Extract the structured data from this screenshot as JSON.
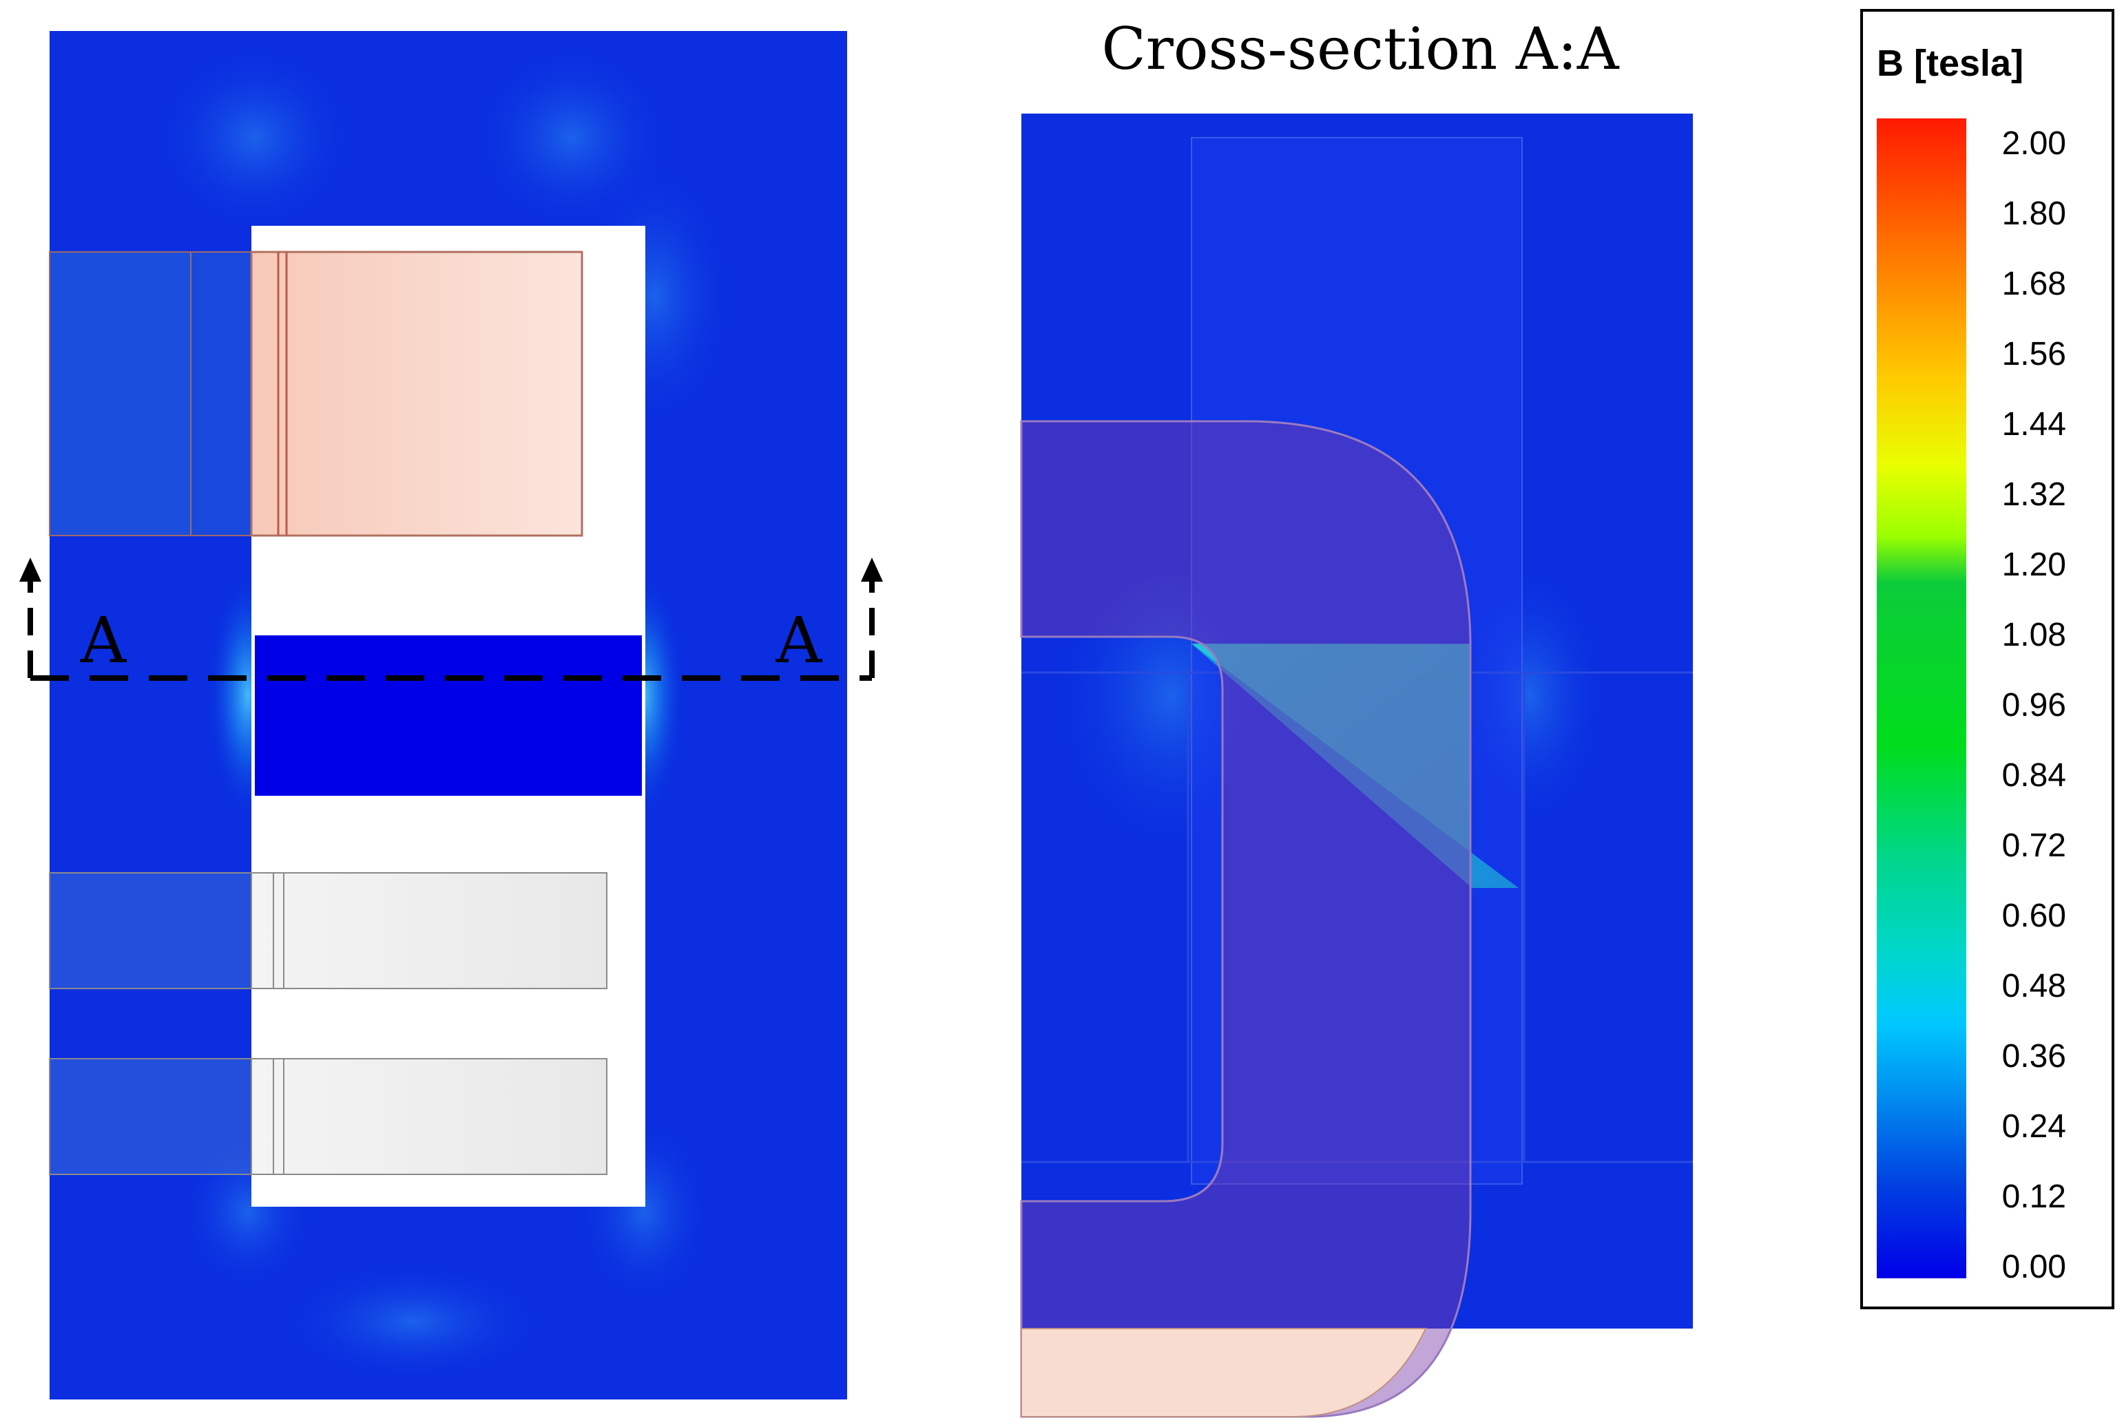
{
  "section_label_left": "A",
  "section_label_right": "A",
  "cross_section_title": "Cross-section A:A",
  "colorbar": {
    "title": "B [tesla]",
    "ticks": [
      "2.00",
      "1.80",
      "1.68",
      "1.56",
      "1.44",
      "1.32",
      "1.20",
      "1.08",
      "0.96",
      "0.84",
      "0.72",
      "0.60",
      "0.48",
      "0.36",
      "0.24",
      "0.12",
      "0.00"
    ],
    "colors": [
      "#ff0000",
      "#ff4a00",
      "#ff9400",
      "#ffd800",
      "#dcff00",
      "#8cff00",
      "#00e63c",
      "#00d200",
      "#00e000",
      "#00dd66",
      "#00d2a0",
      "#00d6d6",
      "#00d0ff",
      "#0098f0",
      "#0064e6",
      "#0024e0",
      "#0000e6"
    ]
  },
  "colors": {
    "field_background": "#0a2ee0",
    "coil_copper": "#f8d8cc",
    "coil_grey": "#ececec",
    "window_white": "#ffffff"
  }
}
